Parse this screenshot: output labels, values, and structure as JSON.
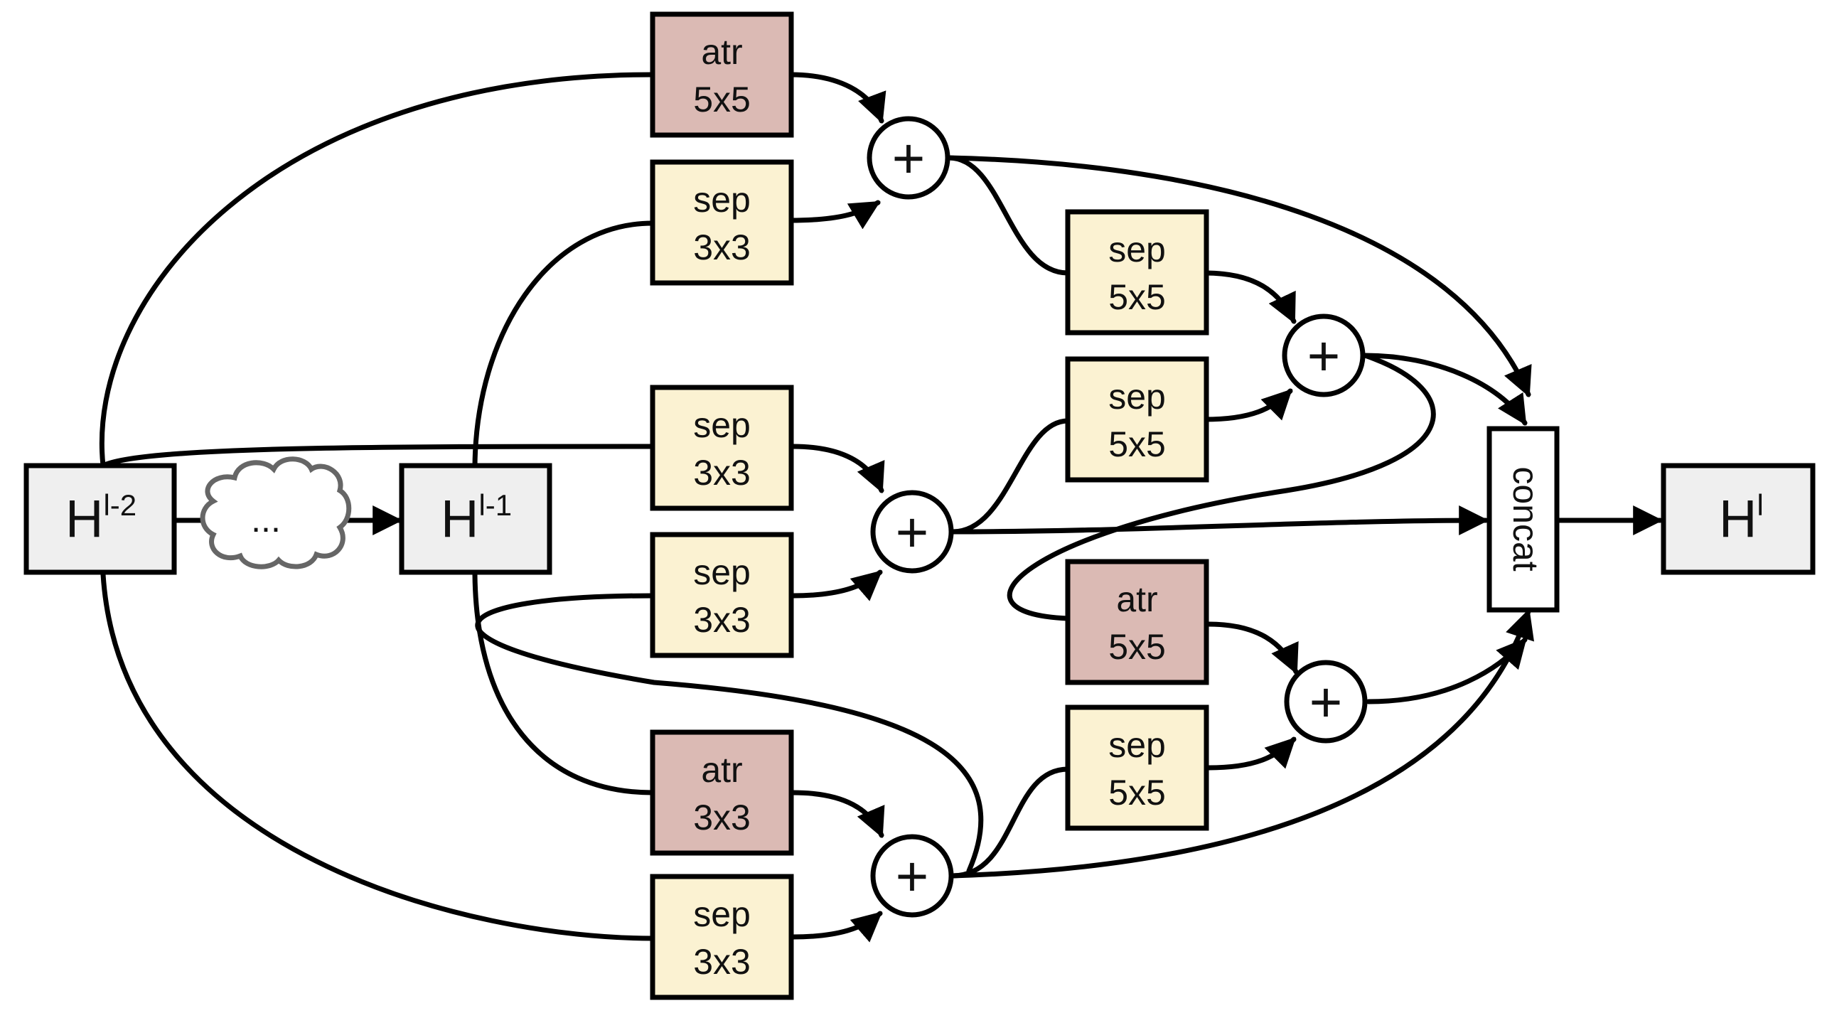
{
  "nodes": {
    "h_l2": {
      "base": "H",
      "sup": "l-2"
    },
    "dots": "...",
    "h_l1": {
      "base": "H",
      "sup": "l-1"
    },
    "h_l": {
      "base": "H",
      "sup": "l"
    },
    "concat": "concat",
    "plus": "+",
    "ops": [
      {
        "line1": "atr",
        "line2": "5x5",
        "kind": "atrous"
      },
      {
        "line1": "sep",
        "line2": "3x3",
        "kind": "separable"
      },
      {
        "line1": "sep",
        "line2": "3x3",
        "kind": "separable"
      },
      {
        "line1": "sep",
        "line2": "3x3",
        "kind": "separable"
      },
      {
        "line1": "atr",
        "line2": "3x3",
        "kind": "atrous"
      },
      {
        "line1": "sep",
        "line2": "3x3",
        "kind": "separable"
      },
      {
        "line1": "sep",
        "line2": "5x5",
        "kind": "separable"
      },
      {
        "line1": "sep",
        "line2": "5x5",
        "kind": "separable"
      },
      {
        "line1": "atr",
        "line2": "5x5",
        "kind": "atrous"
      },
      {
        "line1": "sep",
        "line2": "5x5",
        "kind": "separable"
      }
    ]
  },
  "colors": {
    "atrous": "#dbbab4",
    "separable": "#fbf2d2",
    "tensor": "#efefef",
    "concat": "#ffffff",
    "stroke": "#000000",
    "cloud_stroke": "#666666"
  }
}
